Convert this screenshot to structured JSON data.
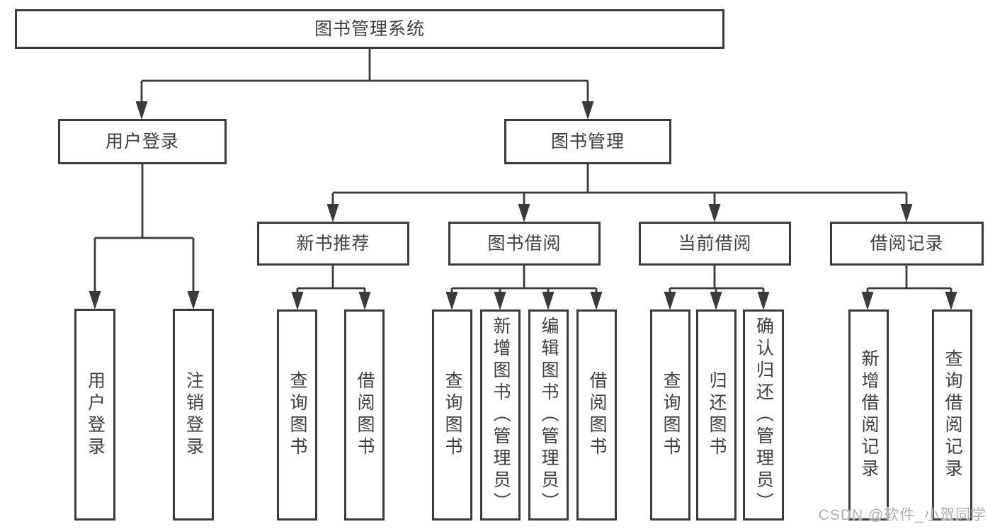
{
  "diagram": {
    "title": "图书管理系统",
    "watermark": "CSDN @软件_小贺同学",
    "colors": {
      "line": "#3a3a3a",
      "text": "#3f3f3f",
      "watermark": "#b0b0b0",
      "background": "#ffffff",
      "box_fill": "#ffffff"
    },
    "tree": {
      "root": "图书管理系统",
      "children": [
        {
          "label": "用户登录",
          "children": [
            "用户登录",
            "注销登录"
          ]
        },
        {
          "label": "图书管理",
          "children": [
            {
              "label": "新书推荐",
              "children": [
                "查询图书",
                "借阅图书"
              ]
            },
            {
              "label": "图书借阅",
              "children": [
                "查询图书",
                "新增图书（管理员）",
                "编辑图书（管理员）",
                "借阅图书"
              ]
            },
            {
              "label": "当前借阅",
              "children": [
                "查询图书",
                "归还图书",
                "确认归还（管理员）"
              ]
            },
            {
              "label": "借阅记录",
              "children": [
                "新增借阅记录",
                "查询借阅记录"
              ]
            }
          ]
        }
      ]
    }
  }
}
